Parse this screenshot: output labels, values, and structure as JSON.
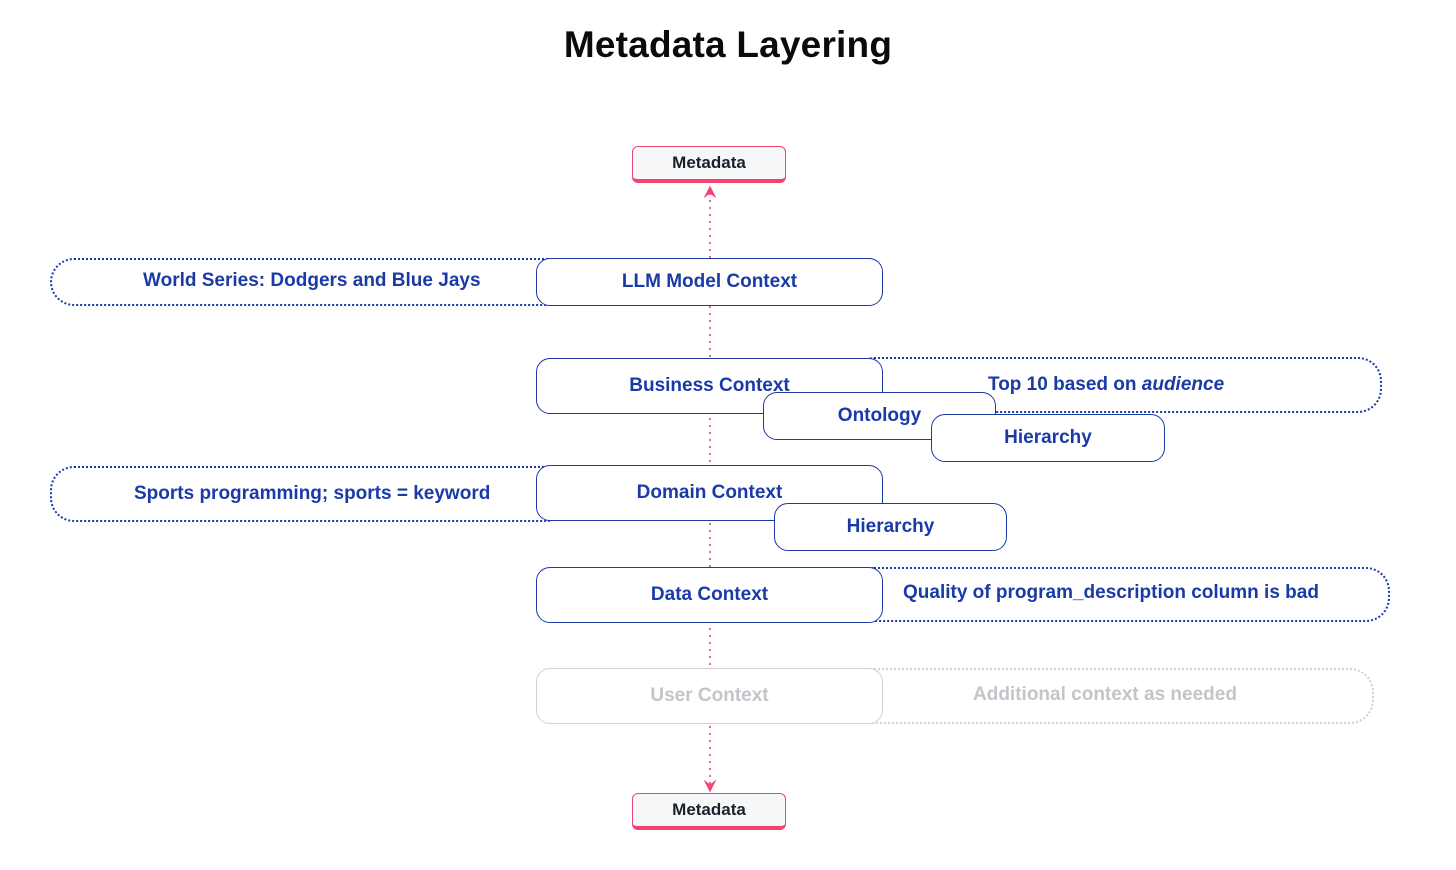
{
  "title": "Metadata Layering",
  "colors": {
    "accent_pink": "#f2426f",
    "node_blue": "#1a3aa8",
    "faded_gray": "#c4c4ca"
  },
  "metadata_top": "Metadata",
  "metadata_bottom": "Metadata",
  "layers": {
    "llm": {
      "label": "LLM Model Context",
      "note": "World Series: Dodgers and Blue Jays"
    },
    "business": {
      "label": "Business Context",
      "note_prefix": "Top 10 based on ",
      "note_emphasis": "audience",
      "sub_ontology": "Ontology",
      "sub_hierarchy": "Hierarchy"
    },
    "domain": {
      "label": "Domain Context",
      "note": "Sports programming; sports = keyword",
      "sub_hierarchy": "Hierarchy"
    },
    "data": {
      "label": "Data Context",
      "note": "Quality of program_description column is bad"
    },
    "user": {
      "label": "User Context",
      "note": "Additional context as needed"
    }
  }
}
